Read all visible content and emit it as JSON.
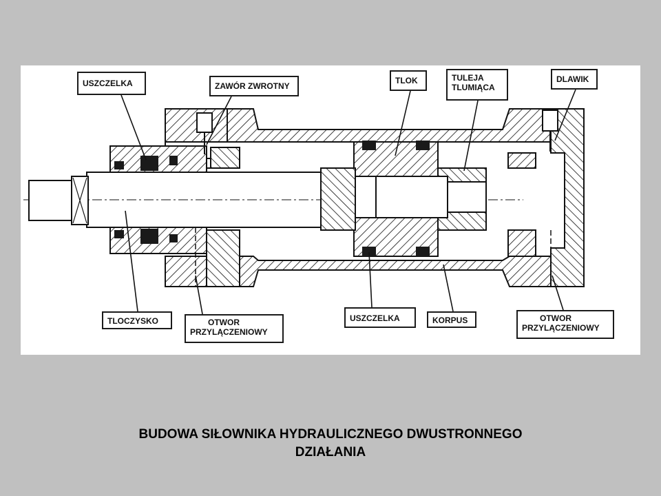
{
  "title": {
    "line1": "BUDOWA SIŁOWNIKA HYDRAULICZNEGO DWUSTRONNEGO",
    "line2": "DZIAŁANIA"
  },
  "labels": {
    "uszczelka_top": "USZCZELKA",
    "zawor": "ZAWÓR ZWROTNY",
    "tlok": "TLOK",
    "tuleja_line1": "TULEJA",
    "tuleja_line2": "TLUMIĄCA",
    "dlawik": "DLAWIK",
    "tloczysko": "TLOCZYSKO",
    "otwor_left_line1": "OTWOR",
    "otwor_left_line2": "PRZYLĄCZENIOWY",
    "uszczelka_bottom": "USZCZELKA",
    "korpus": "KORPUS",
    "otwor_right_line1": "OTWOR",
    "otwor_right_line2": "PRZYLĄCZENIOWY"
  },
  "colors": {
    "background": "#c0c0c0",
    "paper": "#ffffff",
    "ink": "#111111",
    "seal": "#1a1a1a"
  }
}
